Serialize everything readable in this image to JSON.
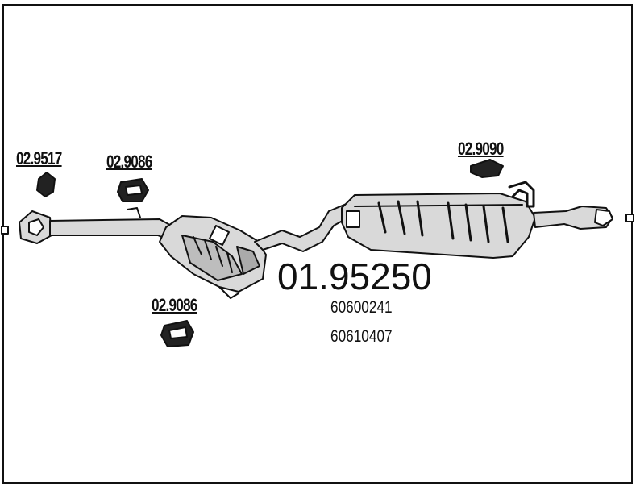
{
  "diagram": {
    "main_number": "01.95250",
    "oem_numbers": [
      "60600241",
      "60610407"
    ],
    "part_labels": {
      "front_clamp": "02.9517",
      "mount_1": "02.9086",
      "mount_2": "02.9086",
      "rear_mount": "02.9090"
    },
    "colors": {
      "line": "#111111",
      "fill": "#d9d9d9",
      "background": "#ffffff"
    }
  }
}
